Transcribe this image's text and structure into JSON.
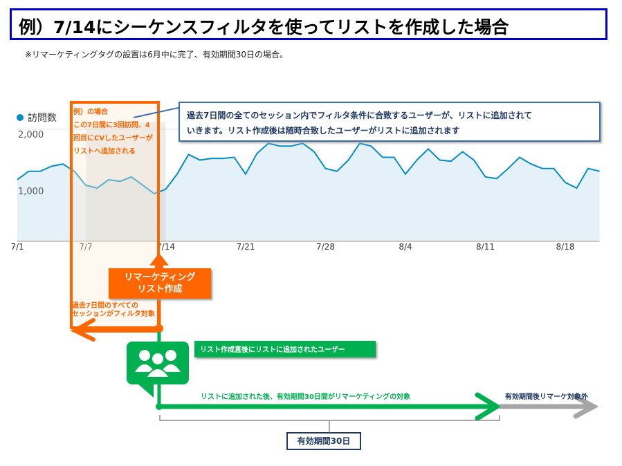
{
  "title": "例）7/14にシーケンスフィルタを使ってリストを作成した場合",
  "note": "※リマーケティングタグの設置は6月中に完了、有効期間30日の場合。",
  "chart_data": {
    "type": "area",
    "legend": "訪問数",
    "yticks": [
      "2,000",
      "1,000"
    ],
    "ytick_values": [
      2000,
      1000
    ],
    "ylim": [
      0,
      2000
    ],
    "xticks": [
      "7/1",
      "7/7",
      "7/14",
      "7/21",
      "7/28",
      "8/4",
      "8/11",
      "8/18"
    ],
    "xtick_index": [
      0,
      6,
      13,
      20,
      27,
      34,
      41,
      48
    ],
    "values": [
      1100,
      1250,
      1250,
      1340,
      1380,
      1250,
      1000,
      950,
      1100,
      1070,
      1150,
      1000,
      850,
      930,
      1200,
      1550,
      1450,
      1480,
      1480,
      1500,
      1200,
      1570,
      1750,
      1700,
      1700,
      1750,
      1600,
      1300,
      1250,
      1450,
      1750,
      1700,
      1500,
      1500,
      1200,
      1450,
      1650,
      1450,
      1430,
      1600,
      1450,
      1150,
      1120,
      1300,
      1500,
      1380,
      1300,
      1300,
      1050,
      950,
      1300,
      1250
    ],
    "color": "#058dc7"
  },
  "example_note": [
    "例）の場合",
    "この7日間に3回訪問、4",
    "回目にCVしたユーザーが",
    "リストへ追加される"
  ],
  "callout": [
    "過去7日間の全てのセッション内でフィルタ条件に合致するユーザーが、リストに追加されて",
    "いきます。リスト作成後は随時合致したユーザーがリストに追加されます"
  ],
  "create_button": [
    "リマーケティング",
    "リスト作成"
  ],
  "filter_note": [
    "過去7日間のすべての",
    "セッションがフィルタ対象"
  ],
  "green_label": "リスト作成直後にリストに追加されたユーザー",
  "green_text": "リストに追加された後、有効期間30日間がリマーケティングの対象",
  "gray_text": "有効期間後リマーケ対象外",
  "period": "有効期間30日",
  "colors": {
    "orange": "#ff6600",
    "green": "#00b050",
    "navy": "#1f3864",
    "gray": "#a6a6a6"
  }
}
